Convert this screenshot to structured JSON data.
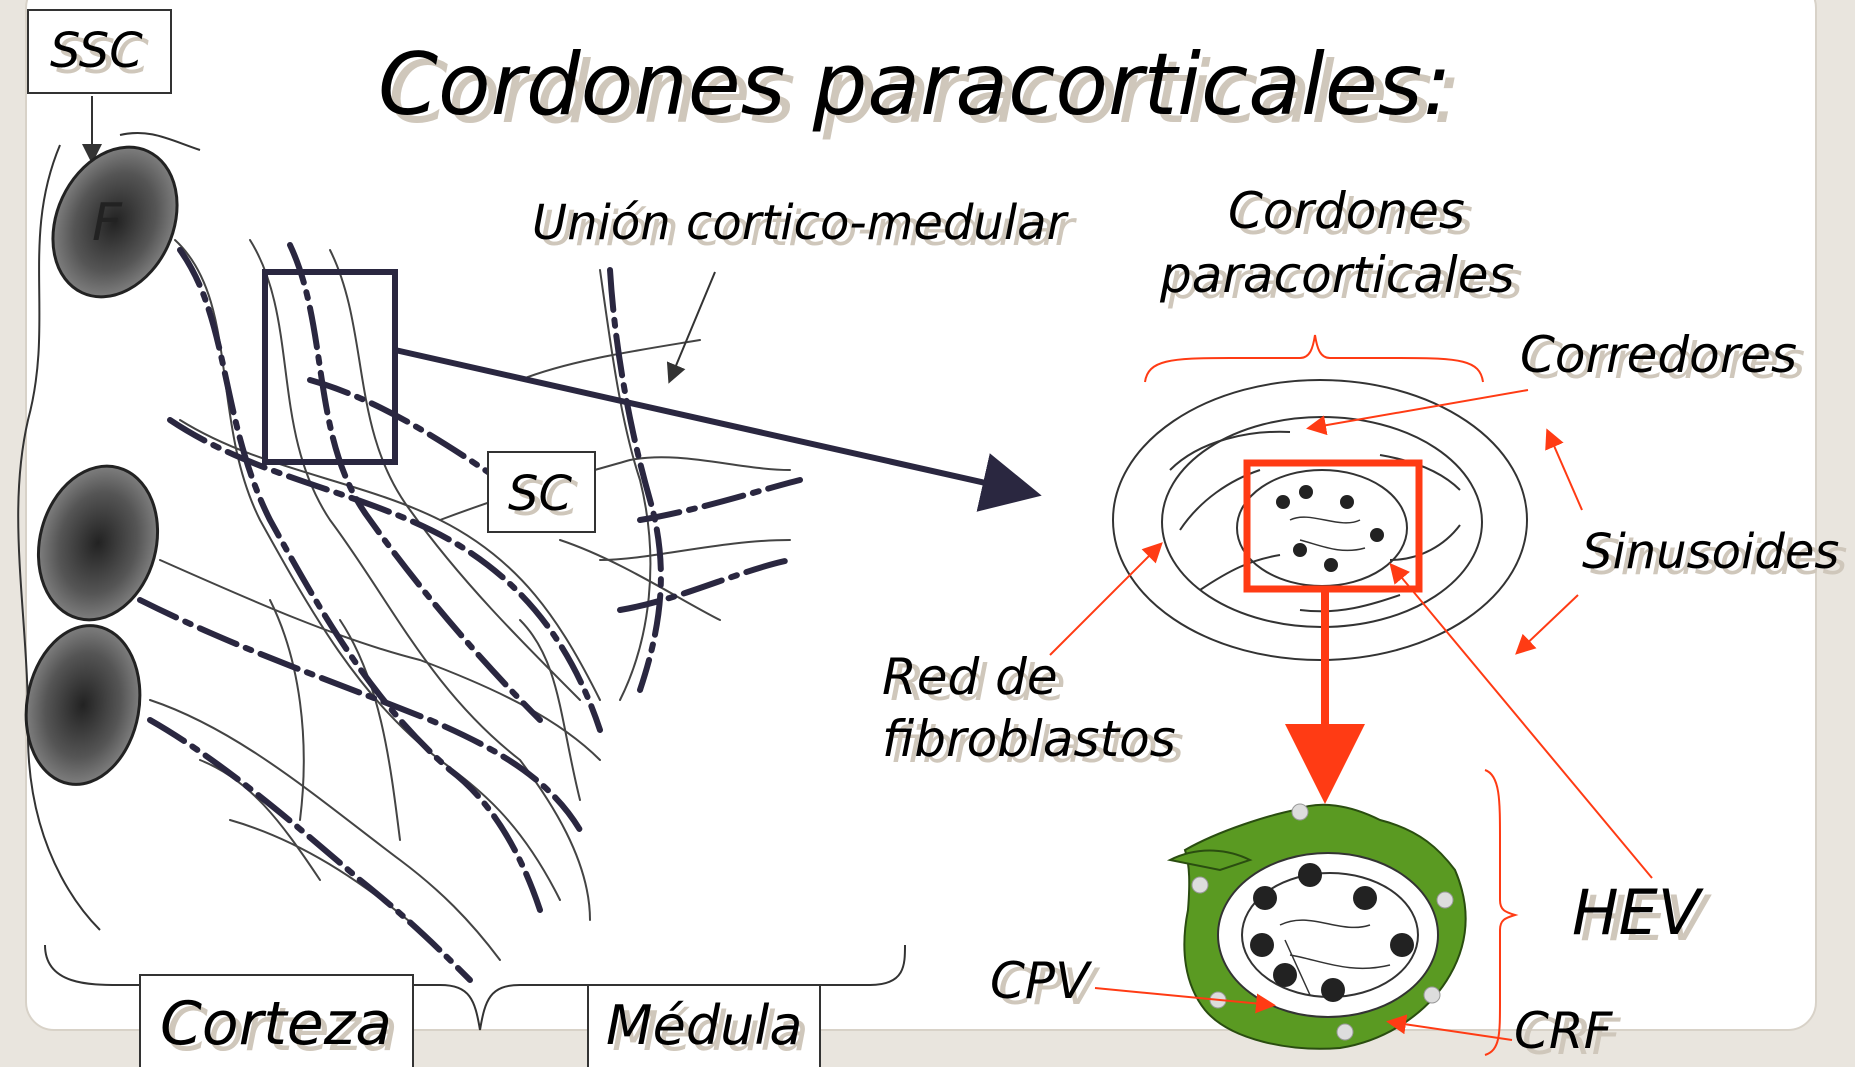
{
  "title": "Cordones paracorticales:",
  "labels": {
    "ssc": "SSC",
    "f": "F",
    "sc": "SC",
    "union": "Unión cortico-medular",
    "cordones_line1": "Cordones",
    "cordones_line2": "paracorticales",
    "corredores": "Corredores",
    "sinusoides": "Sinusoides",
    "red_line1": "Red de",
    "red_line2": "fibroblastos",
    "hev": "HEV",
    "cpv": "CPV",
    "crf": "CRF",
    "corteza": "Corteza",
    "medula": "Médula"
  },
  "colors": {
    "background": "#e9e5de",
    "slide": "#ffffff",
    "dark": "#2a2740",
    "accent": "#ff3b14",
    "green": "#5a9a22",
    "follicle": "#5a5a5a"
  }
}
